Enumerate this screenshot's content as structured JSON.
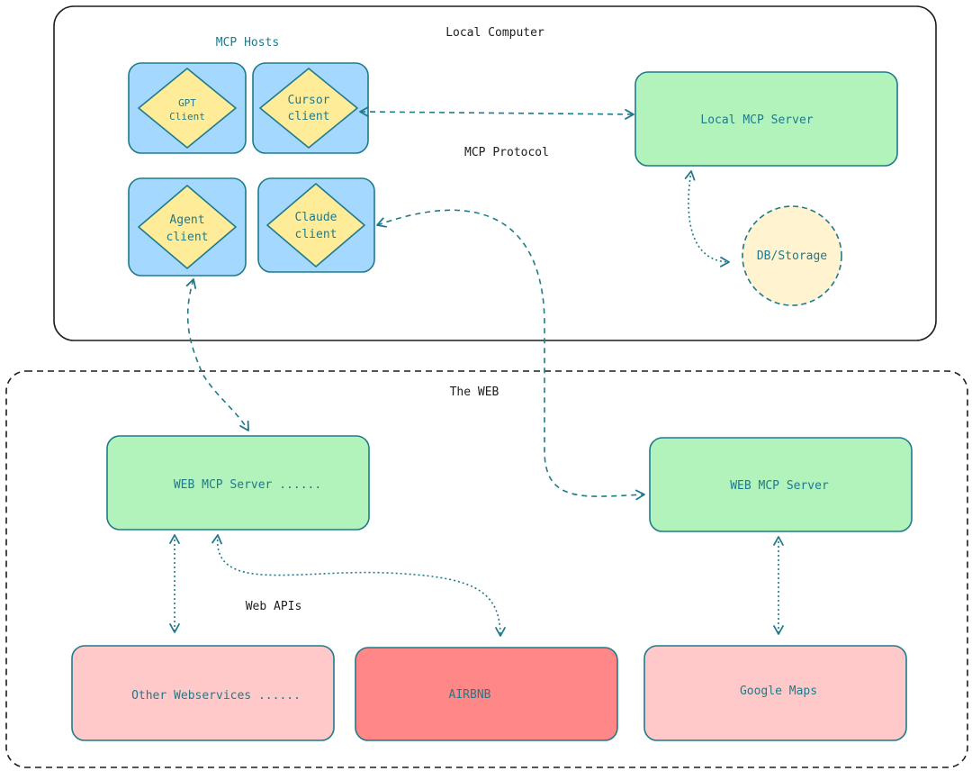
{
  "regions": {
    "local_title": "Local Computer",
    "web_title": "The WEB"
  },
  "labels": {
    "mcp_hosts": "MCP Hosts",
    "mcp_protocol": "MCP Protocol",
    "web_apis": "Web APIs"
  },
  "clients": {
    "gpt": [
      "GPT",
      "Client"
    ],
    "cursor": [
      "Cursor",
      "client"
    ],
    "agent": [
      "Agent",
      "client"
    ],
    "claude": [
      "Claude",
      "client"
    ]
  },
  "servers": {
    "local_mcp": "Local MCP Server",
    "db_storage": "DB/Storage",
    "web_mcp_left": "WEB MCP Server ......",
    "web_mcp_right": "WEB MCP Server"
  },
  "services": {
    "other": "Other Webservices ......",
    "airbnb": "AIRBNB",
    "google_maps": "Google Maps"
  },
  "colors": {
    "stroke": "#1f7a8c",
    "host_fill": "#a5d8ff",
    "client_fill": "#ffec99",
    "server_fill": "#b2f2bb",
    "db_fill": "#fff3d0",
    "service_fill": "#ffc9c9",
    "airbnb_fill": "#ff8787"
  }
}
